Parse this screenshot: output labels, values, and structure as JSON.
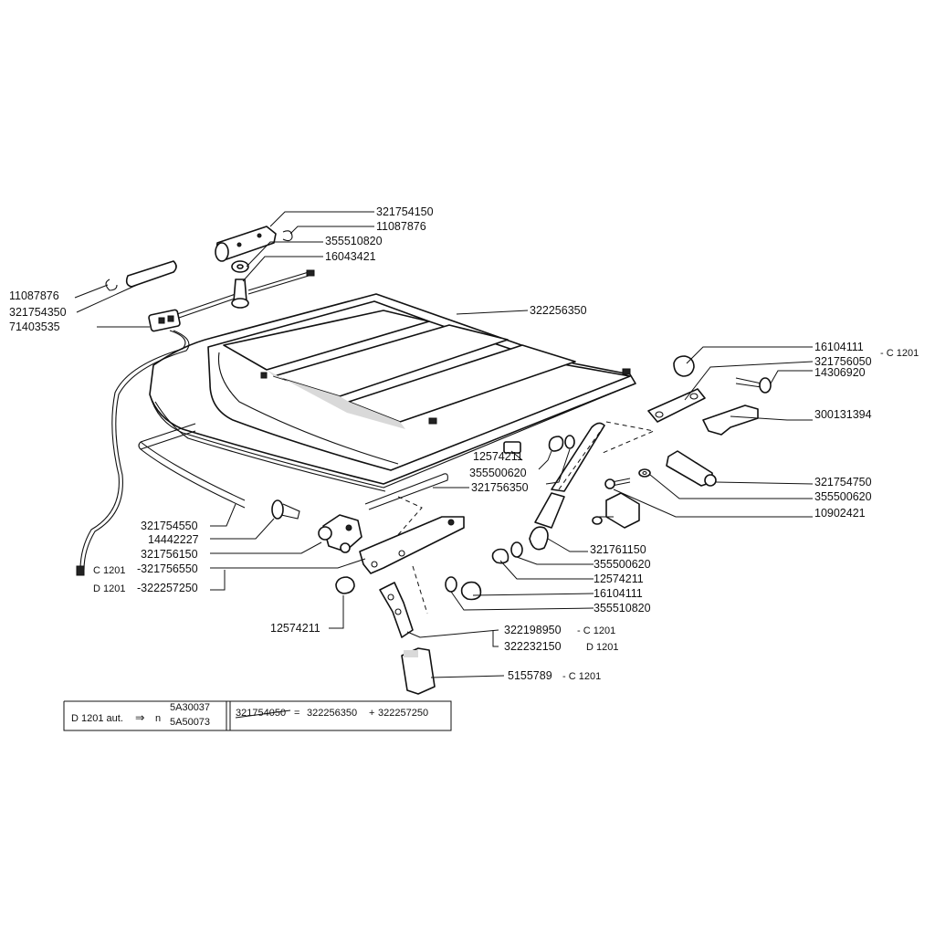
{
  "labels": {
    "top_321754150": "321754150",
    "top_11087876": "11087876",
    "top_355510820": "355510820",
    "top_16043421": "16043421",
    "left_11087876": "11087876",
    "left_321754350": "321754350",
    "left_71403535": "71403535",
    "roof_322256350": "322256350",
    "r_16104111": "16104111",
    "r_321756050": "321756050",
    "r_321756050_suffix": "- C 1201",
    "r_14306920": "14306920",
    "r_300131394": "300131394",
    "r_321754750": "321754750",
    "r_355500620": "355500620",
    "r_10902421": "10902421",
    "m_12574211": "12574211",
    "m_355500620": "355500620",
    "m_321756350": "321756350",
    "b_321761150": "321761150",
    "b_355500620": "355500620",
    "b_12574211": "12574211",
    "b_16104111": "16104111",
    "b_355510820": "355510820",
    "lb_321754550": "321754550",
    "lb_14442227": "14442227",
    "lb_321756150": "321756150",
    "lb_c1201_prefix": "C 1201",
    "lb_321756550": "-321756550",
    "lb_d1201_prefix": "D 1201",
    "lb_322257250": "-322257250",
    "lb_12574211": "12574211",
    "bt_322198950": "322198950",
    "bt_322198950_suffix": "- C 1201",
    "bt_322232150": "322232150",
    "bt_322232150_suffix": "D 1201",
    "bt_5155789": "5155789",
    "bt_5155789_suffix": "- C 1201"
  },
  "footnote": {
    "prefix": "D 1201 aut.",
    "arrow": "⇒",
    "n": "n",
    "serial_from": "5A30037",
    "serial_to": "5A50073",
    "old_part": "321754050",
    "equals": "=",
    "part_a": "322256350",
    "plus": "+",
    "part_b": "322257250"
  }
}
